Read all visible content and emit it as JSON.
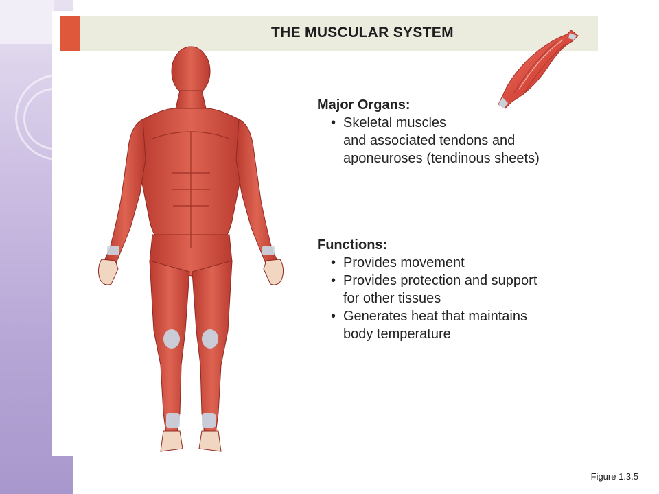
{
  "title": "THE MUSCULAR SYSTEM",
  "major_organs": {
    "heading": "Major Organs:",
    "items": [
      {
        "line1": "Skeletal muscles",
        "line2": "and associated tendons and",
        "line3": "aponeuroses (tendinous sheets)"
      }
    ]
  },
  "functions": {
    "heading": "Functions:",
    "items": [
      {
        "line1": "Provides movement"
      },
      {
        "line1": "Provides protection and support",
        "line2": "for other tissues"
      },
      {
        "line1": "Generates heat that maintains",
        "line2": "body temperature"
      }
    ]
  },
  "caption": "Figure 1.3.5",
  "colors": {
    "accent": "#e0583b",
    "title_band": "#ebebde",
    "muscle": "#c9463a",
    "sidebar": "#b6a6d6"
  },
  "illustrations": [
    "human-muscular-system-figure",
    "skeletal-muscle-icon"
  ]
}
